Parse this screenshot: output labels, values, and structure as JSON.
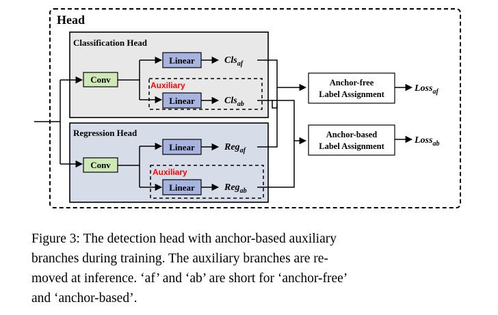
{
  "diagram": {
    "outer_title": "Head",
    "classification_title": "Classification Head",
    "regression_title": "Regression Head",
    "conv_label": "Conv",
    "linear_label": "Linear",
    "auxiliary_label": "Auxiliary",
    "outputs": {
      "cls_base": "Cls",
      "reg_base": "Reg",
      "af": "af",
      "ab": "ab"
    },
    "assign_free": [
      "Anchor-free",
      "Label Assignment"
    ],
    "assign_based": [
      "Anchor-based",
      "Label Assignment"
    ],
    "loss_base": "Loss",
    "colors": {
      "conv_fill": "#cfe9b6",
      "linear_fill": "#a8b4e0",
      "cls_panel": "#e8e8e8",
      "reg_panel": "#d6dce8",
      "auxiliary": "#ff0000"
    }
  },
  "caption": {
    "line1": "Figure 3: The detection head with anchor-based auxiliary",
    "line2": "branches during training.  The auxiliary branches are re-",
    "line3": "moved at inference. ‘af’ and ‘ab’ are short for ‘anchor-free’",
    "line4": "and ‘anchor-based’."
  }
}
